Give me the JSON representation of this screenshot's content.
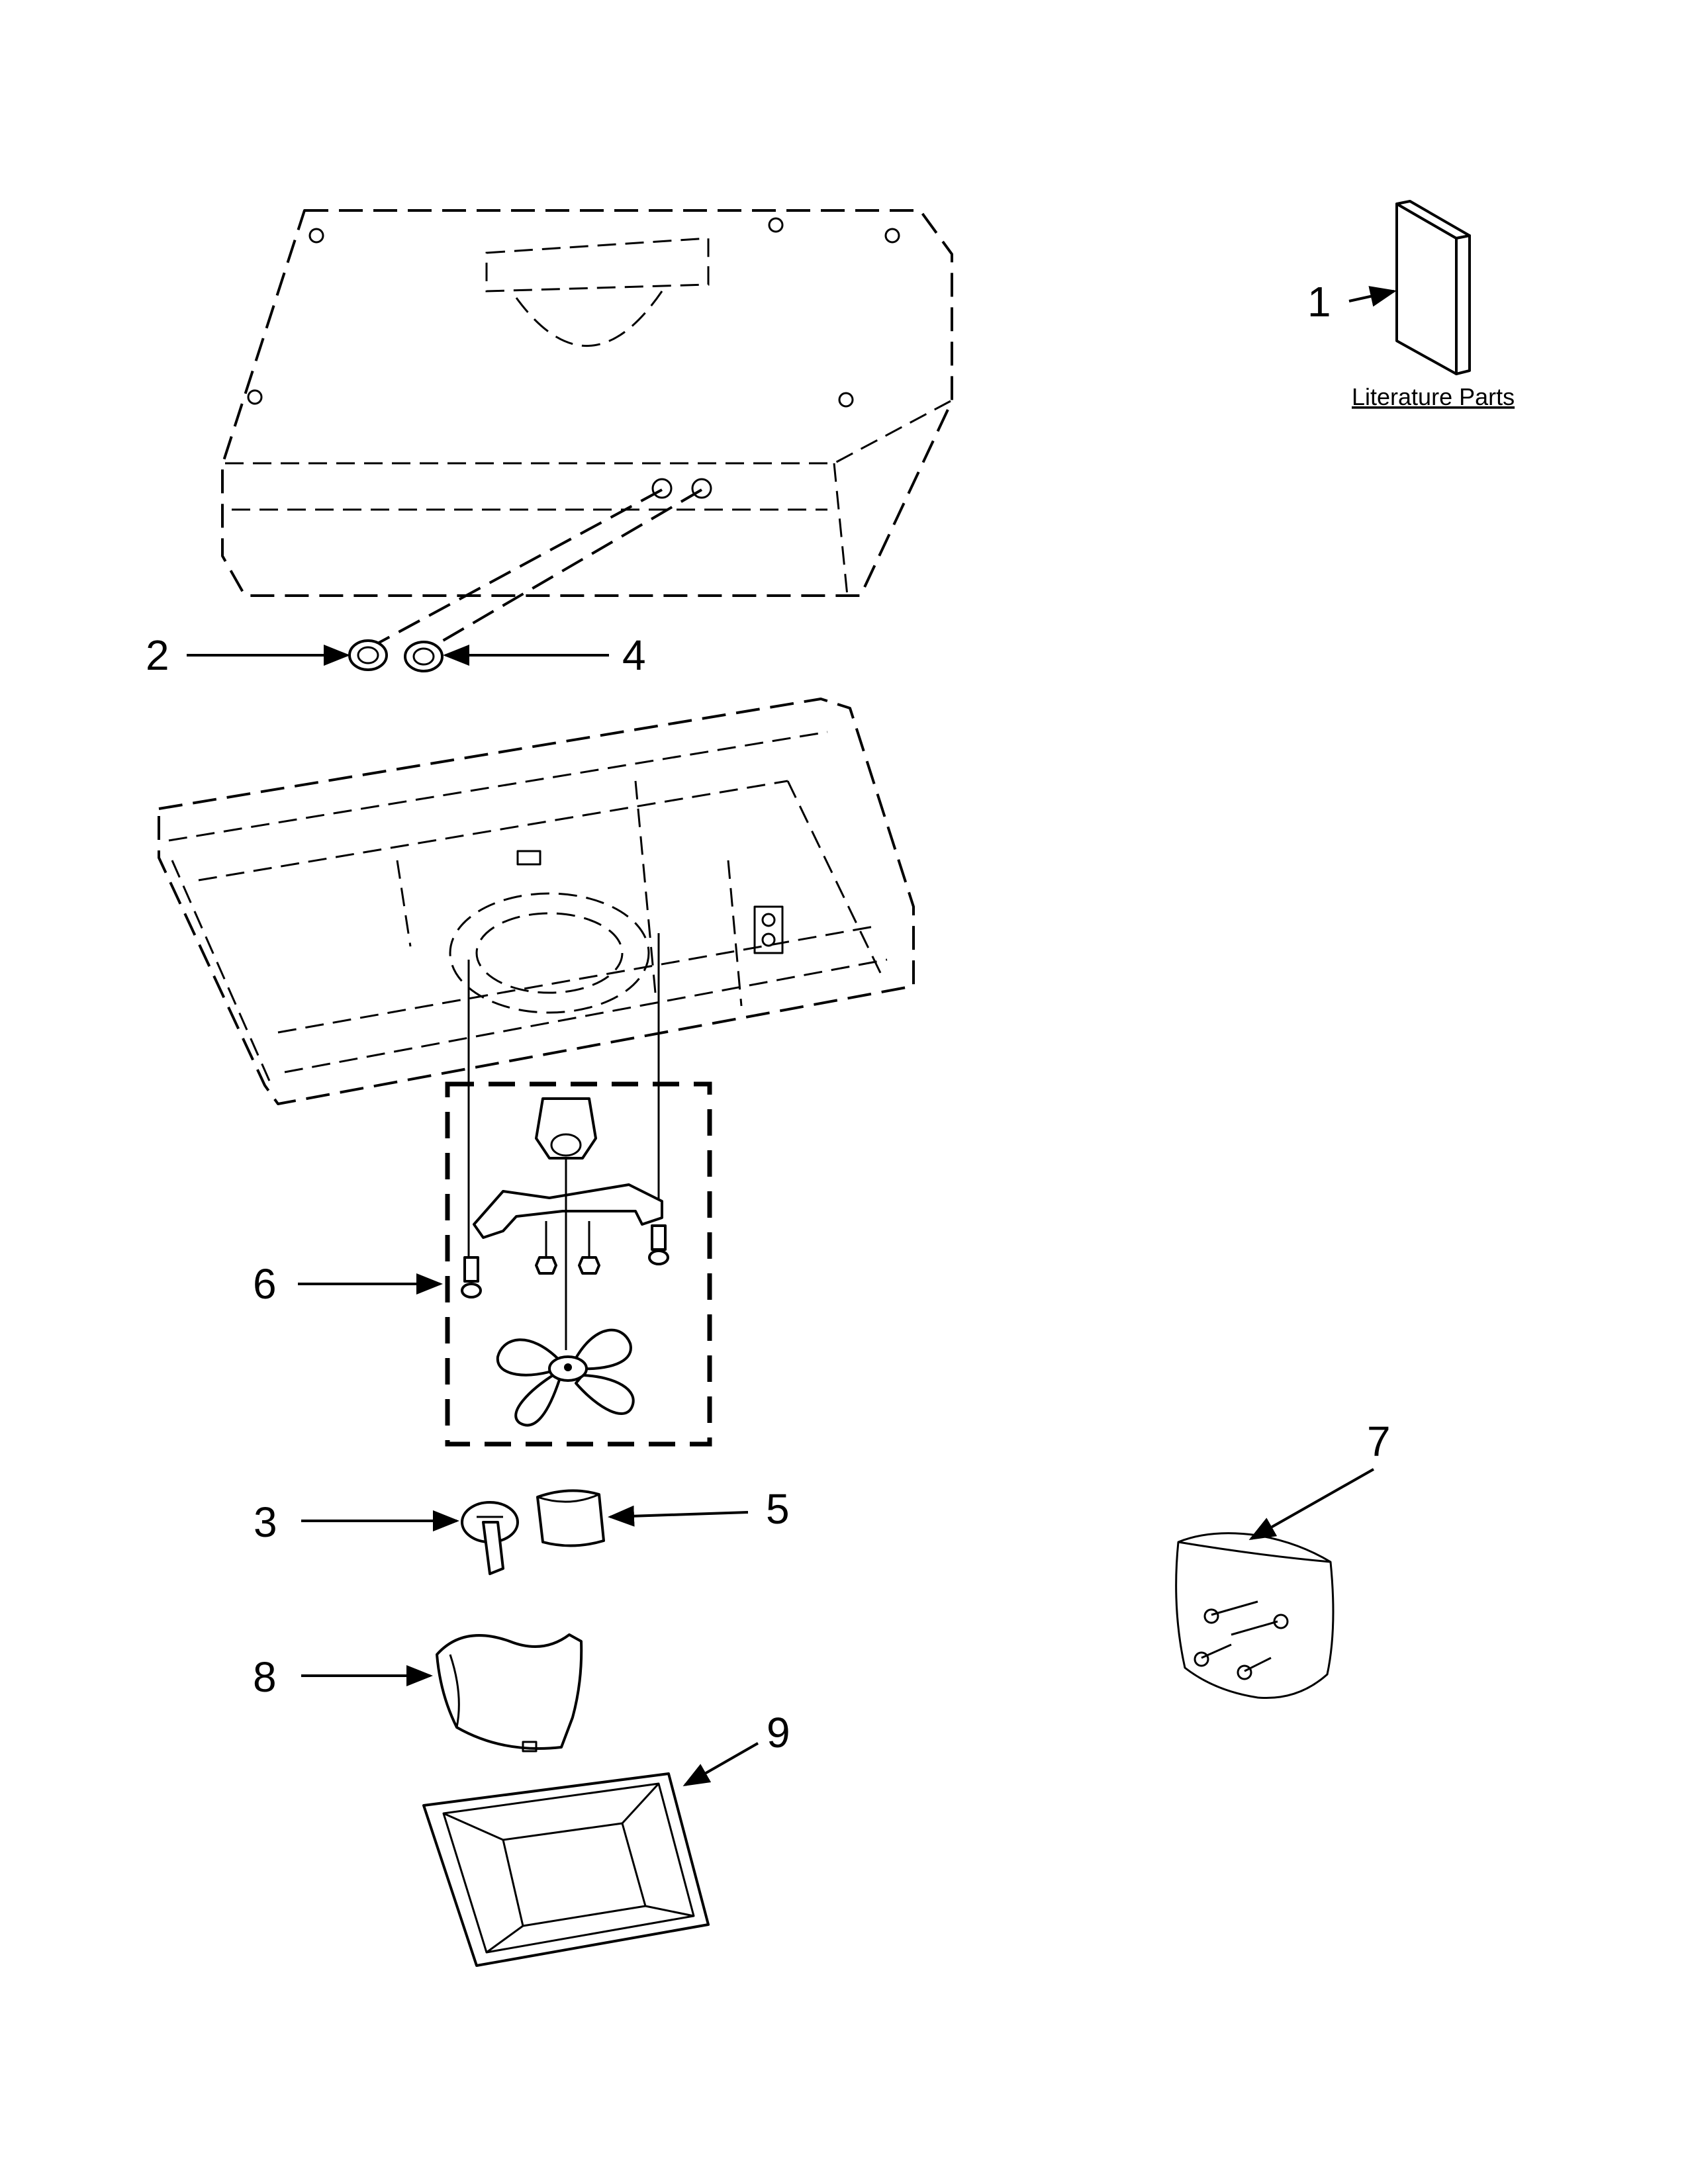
{
  "callouts": [
    {
      "id": "1",
      "label": "1"
    },
    {
      "id": "2",
      "label": "2"
    },
    {
      "id": "3",
      "label": "3"
    },
    {
      "id": "4",
      "label": "4"
    },
    {
      "id": "5",
      "label": "5"
    },
    {
      "id": "6",
      "label": "6"
    },
    {
      "id": "7",
      "label": "7"
    },
    {
      "id": "8",
      "label": "8"
    },
    {
      "id": "9",
      "label": "9"
    }
  ],
  "literature_caption": "Literature Parts"
}
